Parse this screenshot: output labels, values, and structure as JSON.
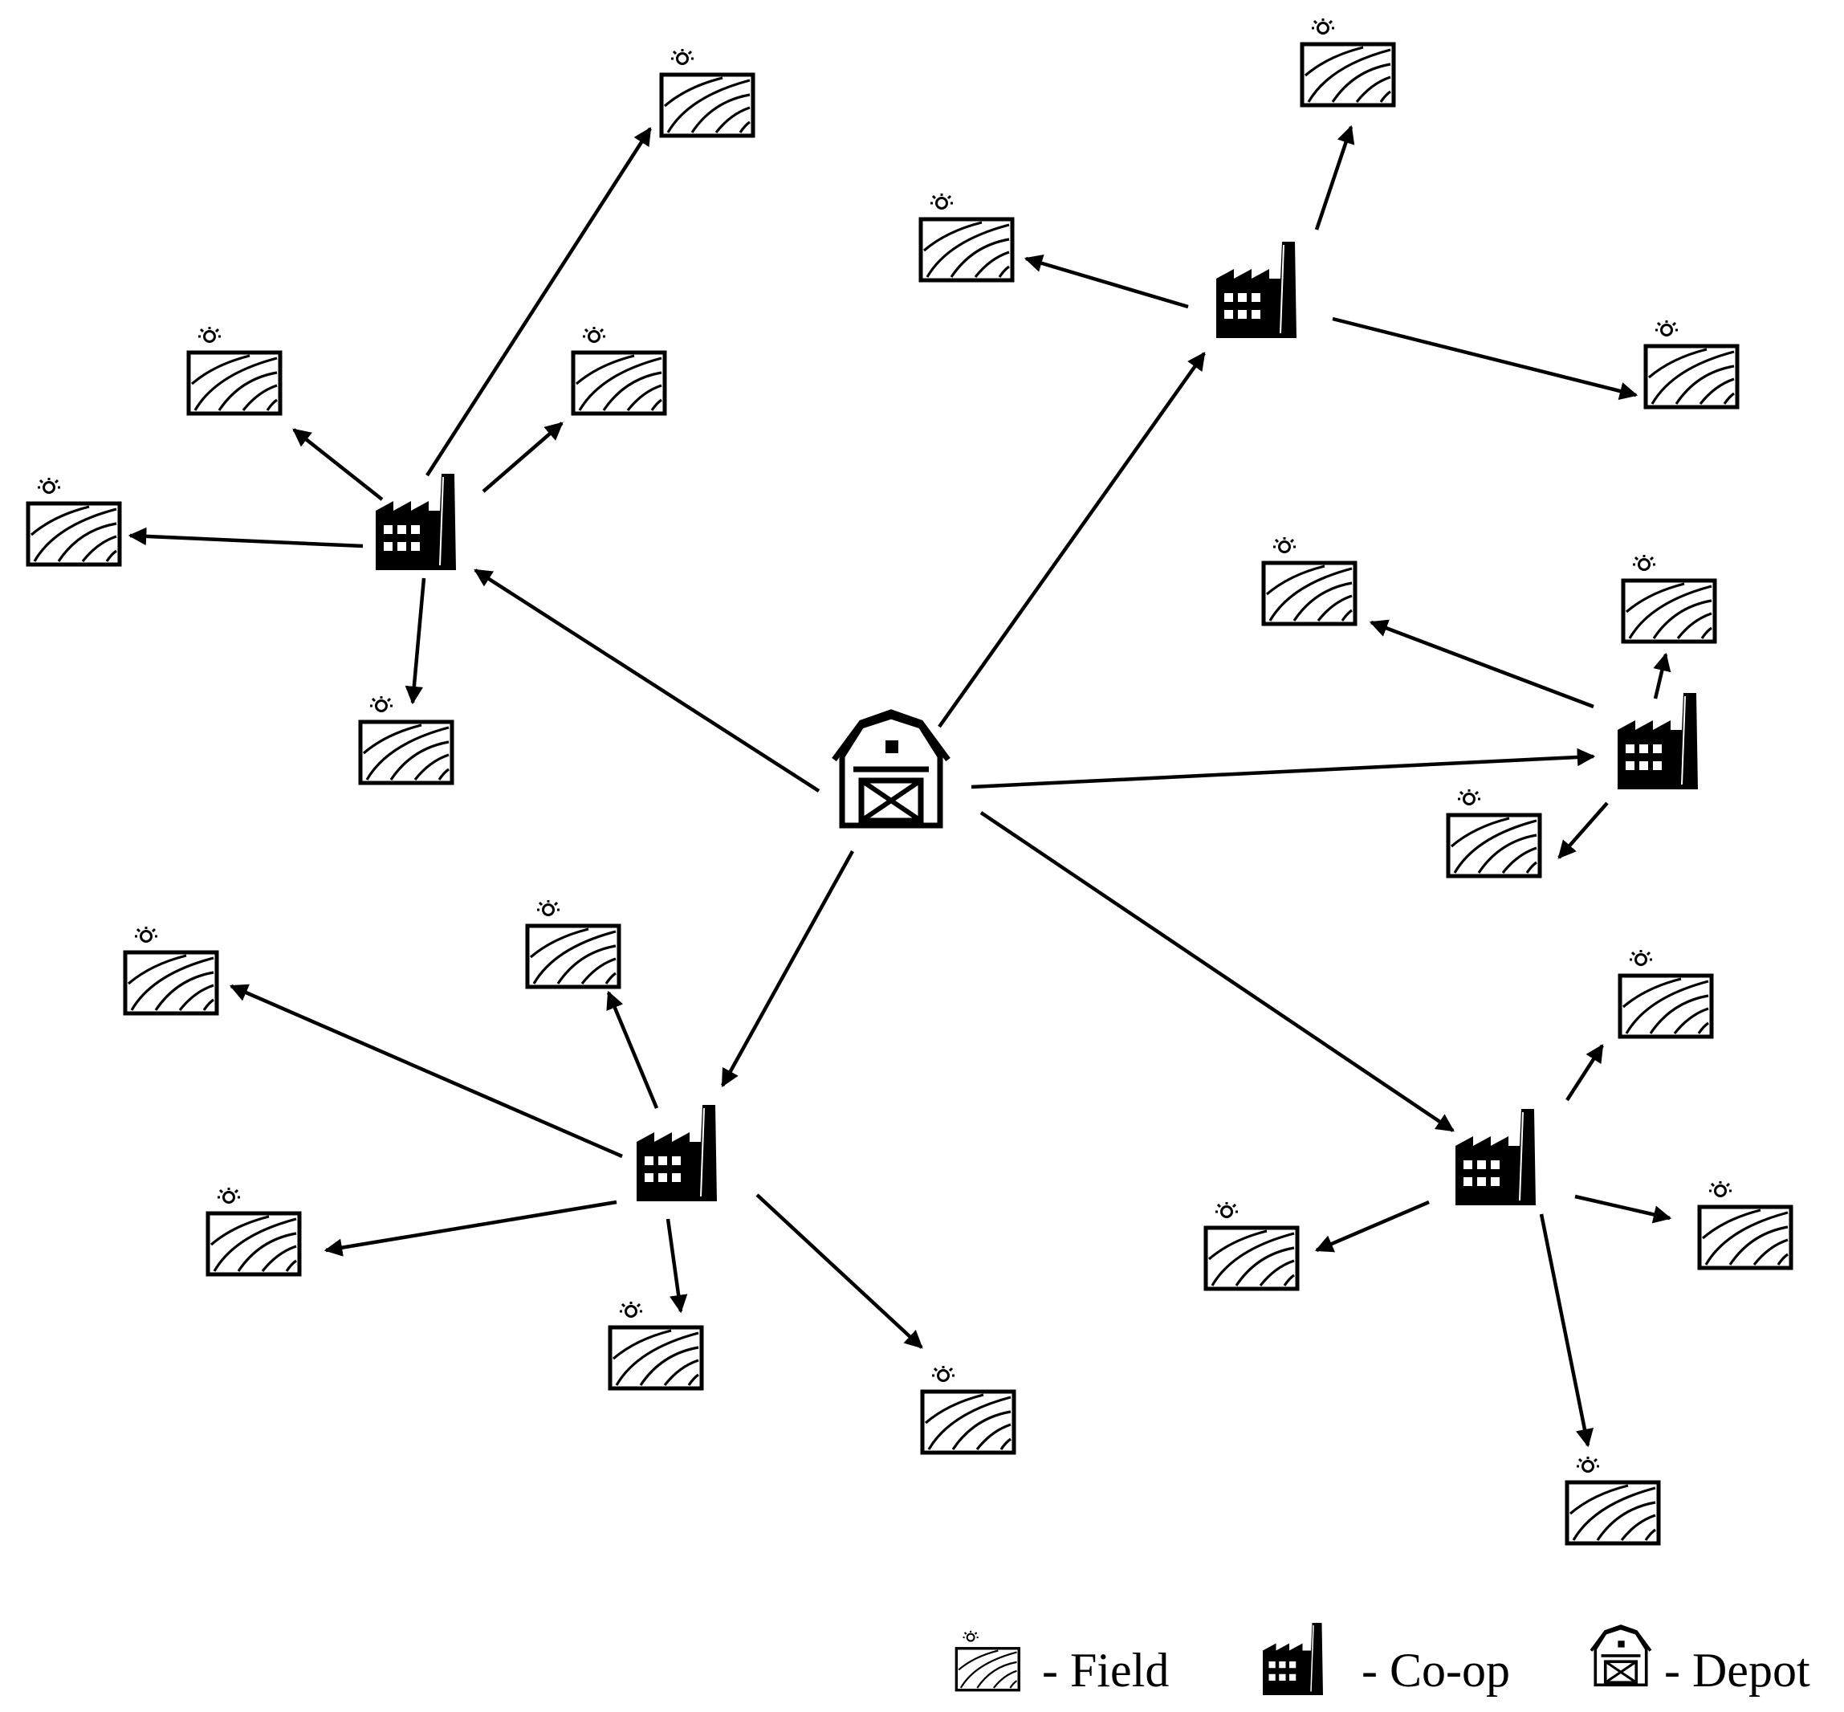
{
  "diagram": {
    "type": "network",
    "nodes": {
      "depot": {
        "kind": "depot"
      },
      "coops": [
        "coop-northwest",
        "coop-north",
        "coop-east",
        "coop-southwest",
        "coop-southeast"
      ],
      "fields_per_coop": {
        "coop-northwest": 5,
        "coop-north": 3,
        "coop-east": 3,
        "coop-southwest": 5,
        "coop-southeast": 4
      }
    },
    "edges": [
      {
        "from": "depot",
        "to": "coop-northwest"
      },
      {
        "from": "depot",
        "to": "coop-north"
      },
      {
        "from": "depot",
        "to": "coop-east"
      },
      {
        "from": "depot",
        "to": "coop-southwest"
      },
      {
        "from": "depot",
        "to": "coop-southeast"
      }
    ]
  },
  "legend": {
    "field_label": "- Field",
    "coop_label": "- Co-op",
    "depot_label": "- Depot"
  },
  "colors": {
    "ink": "#000000",
    "background": "#ffffff"
  }
}
